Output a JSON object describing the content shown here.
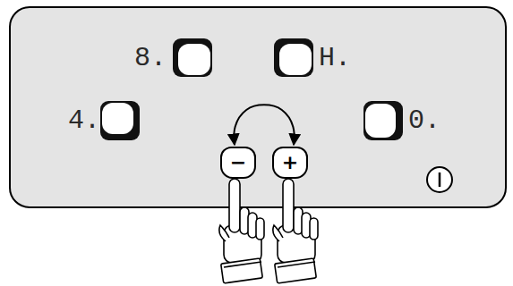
{
  "diagram": {
    "nodes": [
      {
        "text": [
          "−"
        ]
      },
      {
        "text": [
          "+"
        ]
      }
    ],
    "edges": [
      {
        "from": 0,
        "to": 1,
        "arrow": "both"
      }
    ],
    "labels": [
      "8.",
      "H.",
      "4.",
      "0."
    ]
  }
}
